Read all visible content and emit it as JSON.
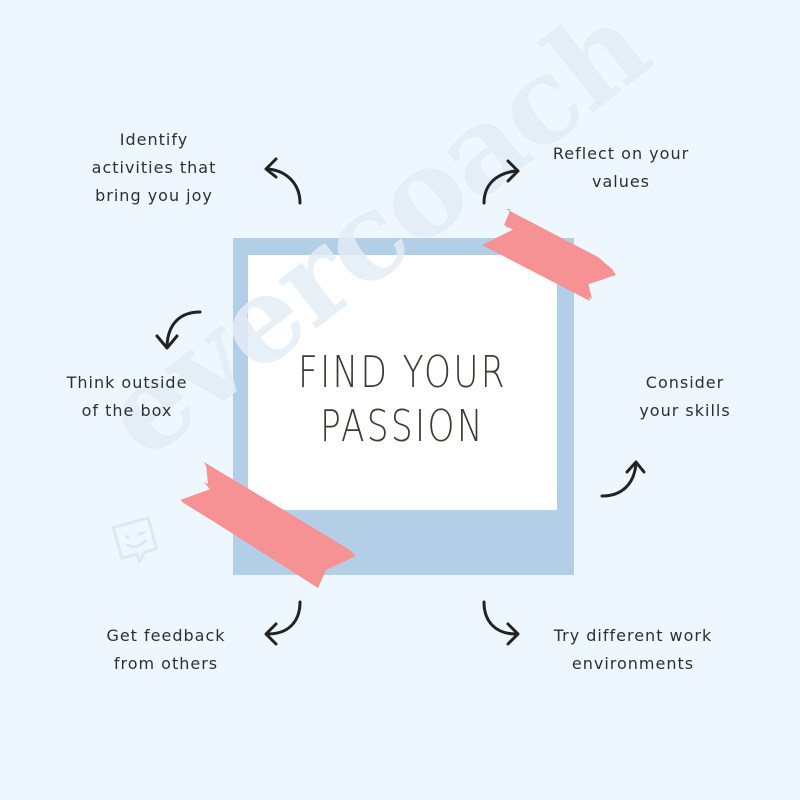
{
  "title": {
    "line1": "FIND YOUR",
    "line2": "PASSION"
  },
  "tips": [
    {
      "id": "identify-joy",
      "line1": "Identify",
      "line2": "activities that",
      "line3": "bring you joy"
    },
    {
      "id": "reflect-values",
      "line1": "Reflect on your",
      "line2": "values"
    },
    {
      "id": "think-outside",
      "line1": "Think outside",
      "line2": "of the box"
    },
    {
      "id": "consider-skills",
      "line1": "Consider",
      "line2": "your skills"
    },
    {
      "id": "get-feedback",
      "line1": "Get feedback",
      "line2": "from others"
    },
    {
      "id": "try-environments",
      "line1": "Try different work",
      "line2": "environments"
    }
  ],
  "watermark": {
    "text": "evercoach",
    "icon": "winking-face-speech-bubble-icon"
  },
  "colors": {
    "background": "#EEF7FE",
    "frame": "#B3CFE8",
    "photo": "#FFFFFF",
    "tape": "#F69293",
    "text": "#2F2F2F",
    "title_text": "#3B3B36",
    "arrow": "#222222",
    "watermark": "#E3EDF6"
  },
  "icons": {
    "arrow": "curved-arrow-icon",
    "tape": "washi-tape-icon"
  }
}
